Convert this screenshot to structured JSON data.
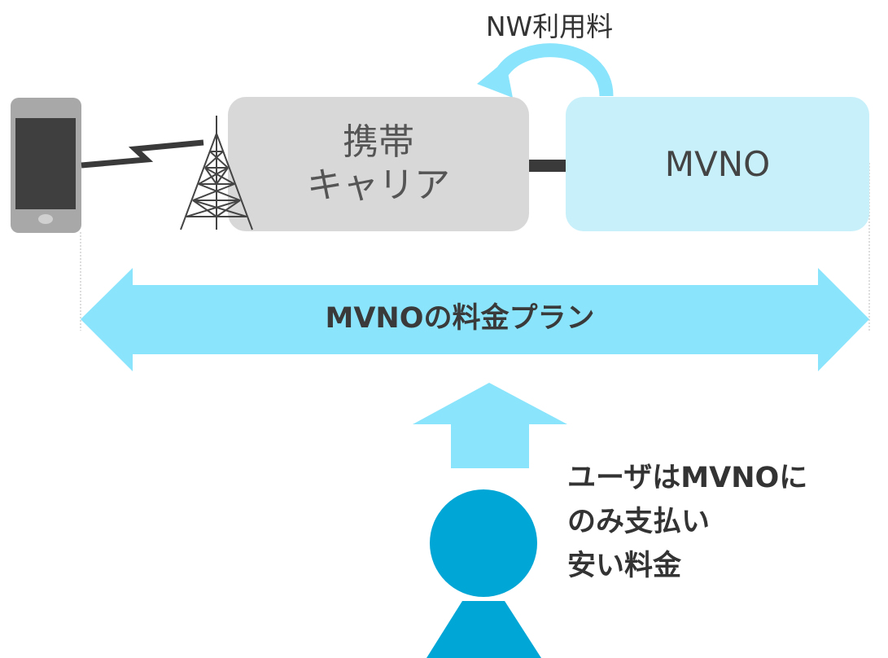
{
  "nw_fee_label": "NW利用料",
  "carrier": {
    "line1": "携帯",
    "line2": "キャリア"
  },
  "mvno_label": "MVNO",
  "plan_label": "MVNOの料金プラン",
  "user_text": {
    "line1": "ユーザはMVNOに",
    "line2": "のみ支払い",
    "line3": "安い料金"
  },
  "colors": {
    "arrow_light_blue": "#8ae4fb",
    "user_blue": "#00a6d6",
    "carrier_gray": "#d8d8d8",
    "mvno_box": "#c8f0fa",
    "phone_gray": "#a8a8a8"
  }
}
